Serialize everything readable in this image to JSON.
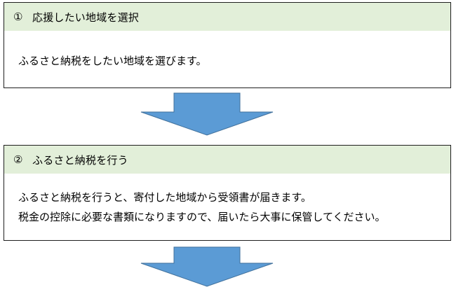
{
  "steps": [
    {
      "number": "①",
      "title": "応援したい地域を選択",
      "lines": [
        "ふるさと納税をしたい地域を選びます。"
      ]
    },
    {
      "number": "②",
      "title": "ふるさと納税を行う",
      "lines": [
        "ふるさと納税を行うと、寄付した地域から受領書が届きます。",
        "税金の控除に必要な書類になりますので、届いたら大事に保管してください。"
      ]
    }
  ],
  "colors": {
    "header_background": "#e2efd9",
    "arrow_fill": "#5b9bd5",
    "arrow_stroke": "#41719c",
    "box_border": "#1f1f1f"
  },
  "icons": [
    "down-arrow-icon"
  ]
}
